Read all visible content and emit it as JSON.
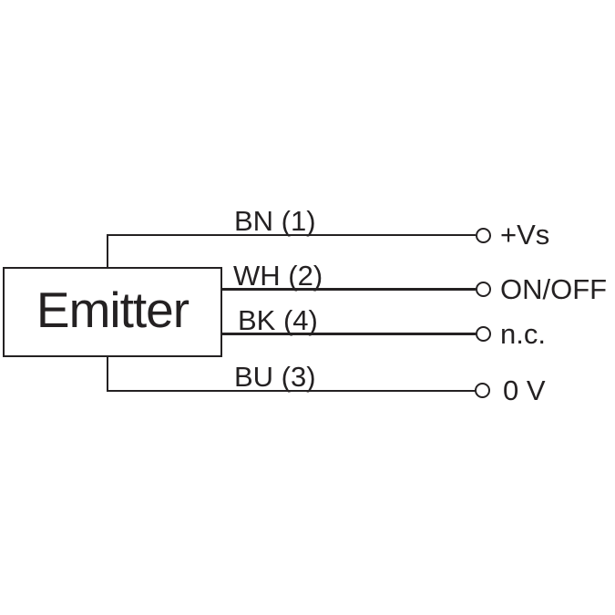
{
  "diagram": {
    "device": {
      "label": "Emitter"
    },
    "wires": [
      {
        "id": "BN",
        "label": "BN (1)",
        "terminal": "+Vs"
      },
      {
        "id": "WH",
        "label": "WH (2)",
        "terminal": "ON/OFF"
      },
      {
        "id": "BK",
        "label": "BK (4)",
        "terminal": "n.c."
      },
      {
        "id": "BU",
        "label": "BU (3)",
        "terminal": "0 V"
      }
    ],
    "colors": {
      "line": "#242122",
      "background": "#ffffff"
    }
  }
}
